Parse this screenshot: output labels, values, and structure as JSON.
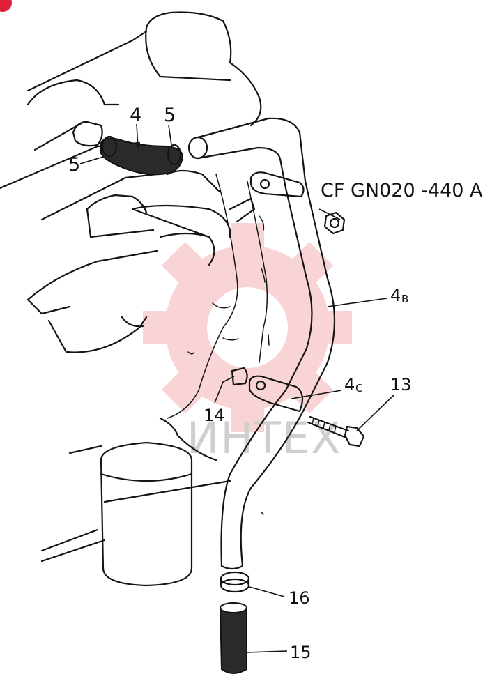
{
  "labels": {
    "hose_main": "4",
    "clamp_top": "5",
    "clamp_left": "5",
    "ref_code": "CF GN020 -440 A",
    "pipe_num": "4",
    "pipe_sub": "B",
    "bracket_num": "4",
    "bracket_sub": "C",
    "bolt": "13",
    "collar": "14",
    "clamp_bottom": "16",
    "hose_bottom": "15"
  },
  "watermark": {
    "text": "ИНТЕХ",
    "color": "#e8404a",
    "icon": "gear-logo-icon"
  },
  "corner_badge": {
    "icon": "corner-badge-icon",
    "color": "#e0203a"
  }
}
